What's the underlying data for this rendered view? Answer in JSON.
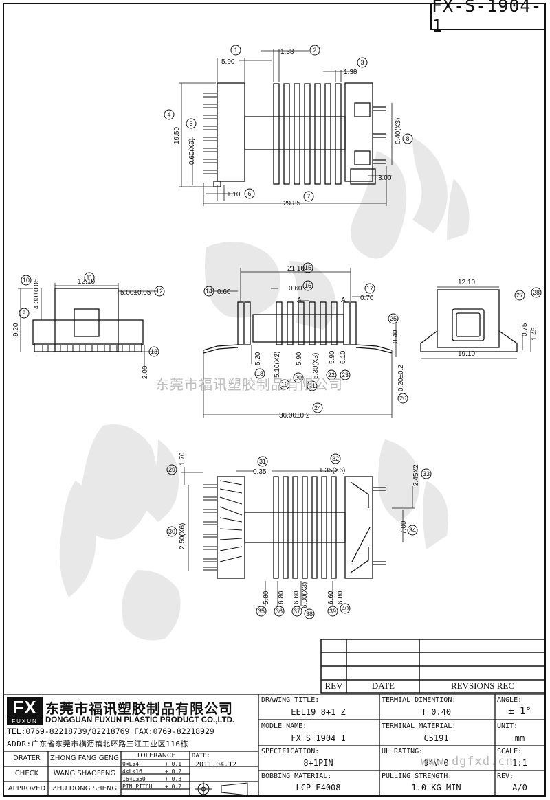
{
  "doc_number": "FX-S-1904-1",
  "watermark": {
    "company_cn": "东莞市福讯塑胶制品有限公司",
    "url": "www.dgfxd.cn",
    "brand_cn": "福讯"
  },
  "top_view": {
    "callouts": [
      "1",
      "2",
      "3",
      "4",
      "5",
      "6",
      "7",
      "8"
    ],
    "dims": {
      "d1": "5.90",
      "d2": "1.38",
      "d3": "1.38",
      "d4": "19.50",
      "d5": "0.60(X9)",
      "d6": "1.10",
      "d7": "29.85",
      "d8": "0.40(X3)",
      "d9": "3.00"
    }
  },
  "side_view": {
    "callouts": [
      "9",
      "10",
      "11",
      "12",
      "13"
    ],
    "dims": {
      "d9": "9.20",
      "d10": "4.30±0.05",
      "d11": "12.10",
      "d12": "5.00±0.05",
      "d13": "2.00"
    }
  },
  "front_view": {
    "callouts": [
      "14",
      "15",
      "16",
      "17",
      "18",
      "19",
      "20",
      "21",
      "22",
      "23",
      "24",
      "25",
      "26"
    ],
    "dims": {
      "d14": "0.60",
      "d15": "21.10",
      "d16": "0.60",
      "d17": "0.70",
      "d18": "5.20",
      "d19": "5.10(X2)",
      "d20": "5.90",
      "d21": "5.30(X3)",
      "d22": "5.90",
      "d23": "6.10",
      "d24": "36.00±0.2",
      "d25": "0.40",
      "d26": "0.20±0.2"
    },
    "marks": {
      "a": "A",
      "b": "A"
    }
  },
  "end_view": {
    "callouts": [
      "27",
      "28"
    ],
    "dims": {
      "top": "12.10",
      "bottom": "19.10",
      "d27": "0.75",
      "d28": "1.45"
    }
  },
  "bottom_view": {
    "callouts": [
      "29",
      "30",
      "31",
      "32",
      "33",
      "34",
      "35",
      "36",
      "37",
      "38",
      "39",
      "40"
    ],
    "dims": {
      "d29": "1.70",
      "d30": "2.50(X6)",
      "d31": "0.35",
      "d32": "1.35(X6)",
      "d33": "2.45X2",
      "d34": "7.00",
      "d35": "5.80",
      "d36": "6.80",
      "d37": "6.60",
      "d38": "6.00(X3)",
      "d39": "6.60",
      "d40": "6.80"
    }
  },
  "revision_table": {
    "headers": [
      "REV",
      "DATE",
      "REVSIONS REC"
    ]
  },
  "company": {
    "logo": "FX",
    "logo_sub": "FUXUN",
    "name_cn": "东莞市福讯塑胶制品有限公司",
    "name_en": "DONGGUAN FUXUN PLASTIC PRODUCT CO.,LTD.",
    "tel_fax": "TEL:0769-82218739/82218769 FAX:0769-82218929",
    "addr": "ADDR:广东省东莞市横沥镇北环路三江工业区116栋"
  },
  "signoff": [
    {
      "role": "DRATER",
      "name": "ZHONG FANG GENG"
    },
    {
      "role": "CHECK",
      "name": "WANG SHAOFENG"
    },
    {
      "role": "APPROVED",
      "name": "ZHU DONG SHENG"
    }
  ],
  "tolerance": {
    "title": "TOLERANCE",
    "rows": [
      {
        "range": "0<L≤4",
        "tol": "+ 0.1"
      },
      {
        "range": "4<L≤16",
        "tol": "+ 0.2"
      },
      {
        "range": "16<L≤50",
        "tol": "+ 0.3"
      },
      {
        "range": "PIN PITCH",
        "tol": "+ 0.2"
      }
    ]
  },
  "date": {
    "label": "DATE:",
    "value": "2011.04.12"
  },
  "fields": {
    "drawing_title": {
      "label": "DRAWING TITLE:",
      "value": "EEL19 8+1 Z"
    },
    "terminal_dimension": {
      "label": "TERMIAL DIMENTION:",
      "value": "T 0.40"
    },
    "angle": {
      "label": "ANGLE:",
      "value": "± 1°"
    },
    "model_name": {
      "label": "MODLE NAME:",
      "value": "FX S 1904 1"
    },
    "terminal_material": {
      "label": "TERMINAL MATERIAL:",
      "value": "C5191"
    },
    "unit": {
      "label": "UNIT:",
      "value": "mm"
    },
    "specification": {
      "label": "SPECIFICATION:",
      "value": "8+1PIN"
    },
    "ul_rating": {
      "label": "UL RATING:",
      "value": "94V-0"
    },
    "scale": {
      "label": "SCALE:",
      "value": "1:1"
    },
    "bobbin_material": {
      "label": "BOBBING MATERIAL:",
      "value": "LCP E4008"
    },
    "pulling_strength": {
      "label": "PULLING STRENGTH:",
      "value": "1.0 KG MIN"
    },
    "rev": {
      "label": "REV:",
      "value": "A/0"
    }
  }
}
